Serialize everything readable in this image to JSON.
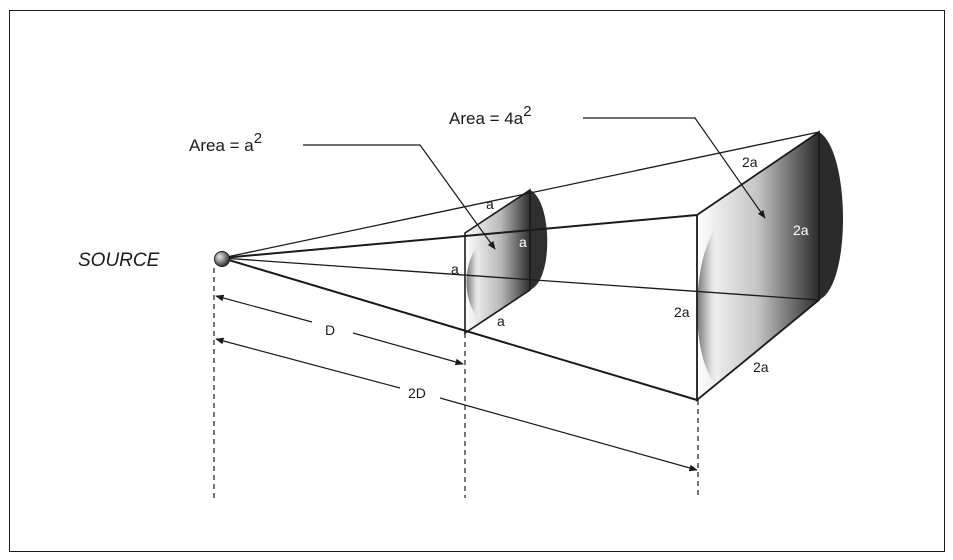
{
  "diagram": {
    "source_label": "SOURCE",
    "area_small": {
      "prefix": "Area = a",
      "exponent": "2"
    },
    "area_large": {
      "prefix": "Area = 4a",
      "exponent": "2"
    },
    "small_face": {
      "top": "a",
      "right": "a",
      "left": "a",
      "bottom": "a"
    },
    "large_face": {
      "top": "2a",
      "right": "2a",
      "left": "2a",
      "bottom": "2a"
    },
    "distance_d": "D",
    "distance_2d": "2D"
  },
  "colors": {
    "line": "#1a1a1a",
    "frame": "#1a1a1a",
    "shade_dark": "#2b2b2b"
  }
}
